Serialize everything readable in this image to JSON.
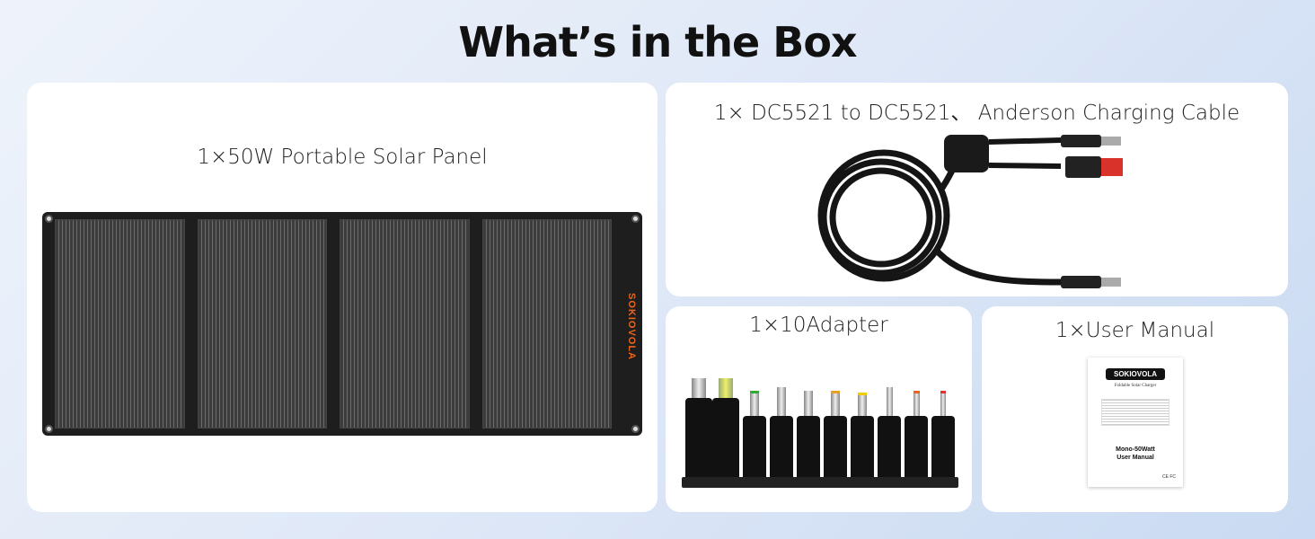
{
  "title": "What’s in the Box",
  "items": [
    {
      "caption": "1×50W Portable Solar Panel",
      "brand": "SOKIOVOLA"
    },
    {
      "caption": "1× DC5521 to DC5521、 Anderson Charging Cable"
    },
    {
      "caption": "1×10Adapter"
    },
    {
      "caption": "1×User  Manual",
      "manual": {
        "brand": "SOKIOVOLA",
        "subtitle": "Foldable Solar Charger",
        "line1": "Mono-50Watt",
        "line2": "User Manual",
        "certs": "CE FC"
      }
    }
  ],
  "colors": {
    "brand_orange": "#e8661c",
    "anderson_red": "#d9322a"
  }
}
